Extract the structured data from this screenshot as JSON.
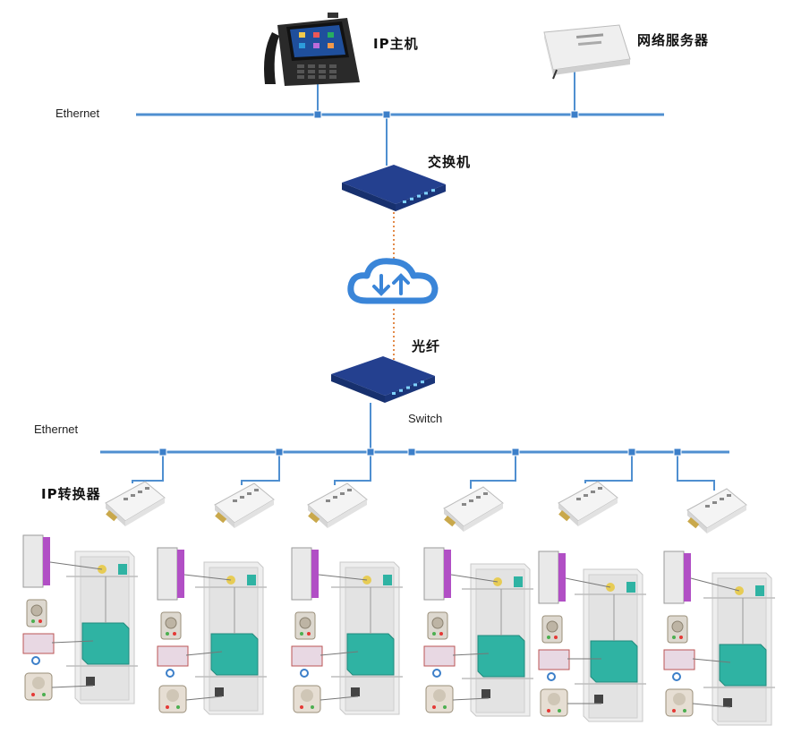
{
  "labels": {
    "ip_host": "IP主机",
    "network_server": "网络服务器",
    "switch_cn": "交换机",
    "fiber": "光纤",
    "switch_en": "Switch",
    "ethernet_top": "Ethernet",
    "ethernet_bottom": "Ethernet",
    "ip_converter": "IP转换器"
  },
  "elevator_unit_count": 6,
  "colors": {
    "network_line": "#4f8fd0",
    "connector": "#3c7fc9",
    "fiber_line": "#e38b4a",
    "switch_body": "#24408f",
    "cloud": "#3a85d8",
    "elevator_car": "#2fb3a3"
  },
  "icons": {
    "ip_host": "desk-phone-terminal-icon",
    "network_server": "server-box-icon",
    "switch": "network-switch-icon",
    "cloud": "cloud-sync-icon",
    "converter": "ip-converter-box-icon",
    "intercom": "elevator-intercom-icon",
    "elevator": "elevator-shaft-icon"
  }
}
